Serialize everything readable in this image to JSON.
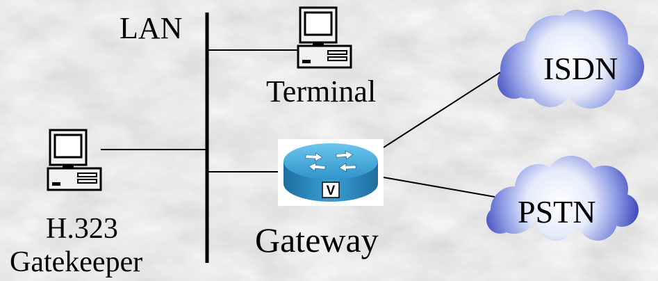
{
  "diagram": {
    "bus": {
      "label": "LAN"
    },
    "terminal": {
      "label": "Terminal",
      "icon": "computer-icon"
    },
    "gatekeeper": {
      "line1": "H.323",
      "line2": "Gatekeeper",
      "icon": "computer-icon"
    },
    "gateway": {
      "label": "Gateway",
      "badge": "V",
      "icon": "router-icon"
    },
    "clouds": [
      {
        "label": "ISDN",
        "icon": "cloud-icon"
      },
      {
        "label": "PSTN",
        "icon": "cloud-icon"
      }
    ]
  },
  "colors": {
    "background": "#d3d3d3",
    "line": "#000000",
    "router": "#3d9fd4",
    "cloud": "#3a45c0"
  }
}
